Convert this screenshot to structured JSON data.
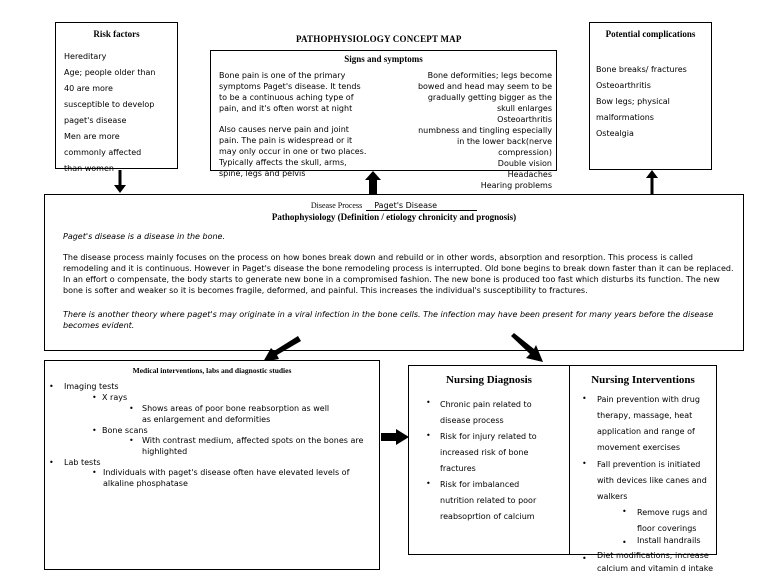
{
  "main_title": "PATHOPHYSIOLOGY CONCEPT MAP",
  "risk_factors": {
    "title": "Risk factors",
    "items": [
      "Hereditary",
      "Age; people older than",
      "40 are more",
      "susceptible to develop",
      "paget's disease",
      "Men are more",
      "commonly affected",
      "than women"
    ]
  },
  "signs": {
    "title": "Signs and symptoms",
    "left_p1": "Bone pain is one of the primary symptoms Paget's disease. It tends to be a continuous aching type of pain, and it's often worst at night",
    "left_p2": "Also causes nerve pain and joint pain. The pain is widespread or it may only occur in one or two places. Typically affects the skull, arms, spine, legs and pelvis",
    "right_lines": [
      "Bone deformities; legs become",
      "bowed and head may seem to be",
      "gradually getting bigger as the",
      "skull enlarges",
      "Osteoarthritis",
      "numbness and tingling especially",
      "in the lower back(nerve",
      "compression)",
      "Double vision",
      "Headaches",
      "Hearing problems"
    ]
  },
  "complications": {
    "title": "Potential complications",
    "items": [
      "Bone breaks/ fractures",
      "Osteoarthritis",
      "Bow legs; physical",
      "malformations",
      "Ostealgia"
    ]
  },
  "disease": {
    "label": "Disease Process",
    "name": "Paget's Disease",
    "subtitle": "Pathophysiology (Definition / etiology chronicity and prognosis)",
    "p1": "Paget's disease is a disease in the bone.",
    "p2": "The disease process mainly focuses on the process on how bones break down and rebuild or in other words, absorption and resorption. This process is called remodeling and it is continuous. However in Paget's disease the bone remodeling process is interrupted. Old bone begins to break down faster than it can be replaced. In an effort o compensate, the body starts to generate new bone in a compromised fashion. The new bone is produced too fast which disturbs its function. The new bone is softer and weaker so it is becomes fragile, deformed, and painful. This increases the individual's susceptibility to fractures.",
    "p3": "There is another theory where paget's may originate in a viral infection in the bone cells. The infection may have been present for many years before the disease becomes evident."
  },
  "medical": {
    "title": "Medical interventions, labs and diagnostic studies",
    "imaging": "Imaging tests",
    "xrays": "X rays",
    "xrays_detail": "Shows areas of poor bone reabsorption as well as enlargement and deformities",
    "bonescans": "Bone scans",
    "bonescans_detail": "With contrast medium, affected spots on the bones are highlighted",
    "lab": "Lab tests",
    "lab_detail": "Individuals with paget's disease often have elevated levels of alkaline phosphatase"
  },
  "nursing_diagnosis": {
    "title": "Nursing Diagnosis",
    "items": [
      [
        "Chronic pain related to",
        "disease process"
      ],
      [
        "Risk for injury related to",
        "increased risk of bone",
        "fractures"
      ],
      [
        "Risk for imbalanced",
        "nutrition related to poor",
        "reabsoprtion of calcium"
      ]
    ]
  },
  "nursing_interventions": {
    "title": "Nursing Interventions",
    "item1": [
      "Pain prevention with drug",
      "therapy, massage, heat",
      "application and range of",
      "movement exercises"
    ],
    "item2": [
      "Fall prevention is initiated",
      "with devices like canes and",
      "walkers"
    ],
    "sub1": [
      "Remove rugs and",
      "floor coverings"
    ],
    "sub2": "Install handrails",
    "item3": [
      "Diet modifications; increase",
      "calcium and vitamin d intake"
    ]
  }
}
